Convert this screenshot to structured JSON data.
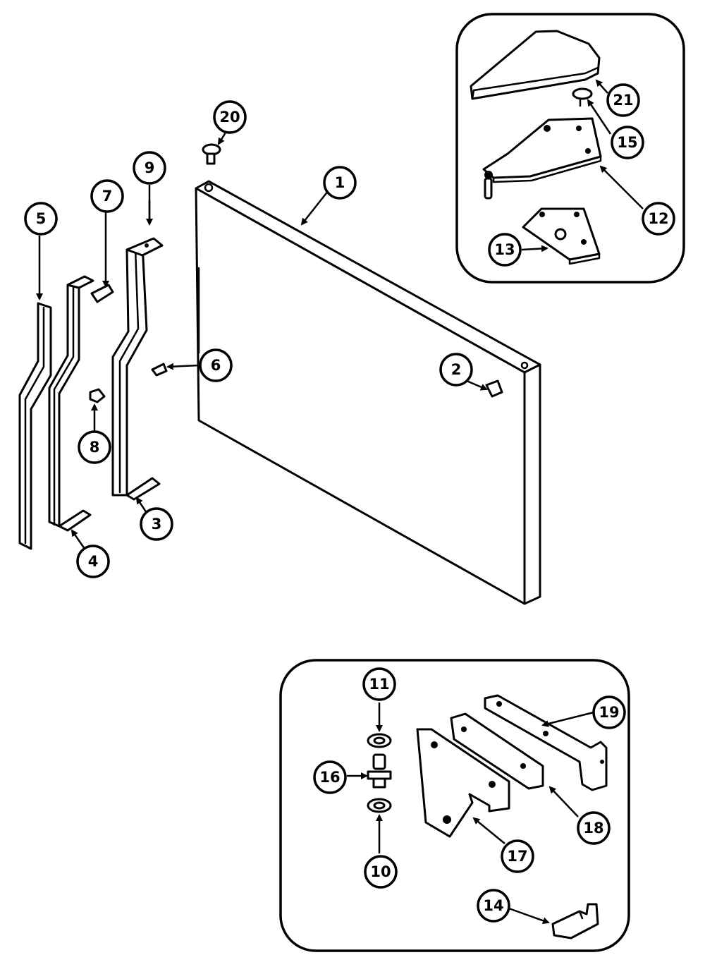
{
  "callouts": {
    "p1": "1",
    "p2": "2",
    "p3": "3",
    "p4": "4",
    "p5": "5",
    "p6": "6",
    "p7": "7",
    "p8": "8",
    "p9": "9",
    "p10": "10",
    "p11": "11",
    "p12": "12",
    "p13": "13",
    "p14": "14",
    "p15": "15",
    "p16": "16",
    "p17": "17",
    "p18": "18",
    "p19": "19",
    "p20": "20",
    "p21": "21"
  },
  "colors": {
    "line": "#000000",
    "background": "#ffffff"
  }
}
